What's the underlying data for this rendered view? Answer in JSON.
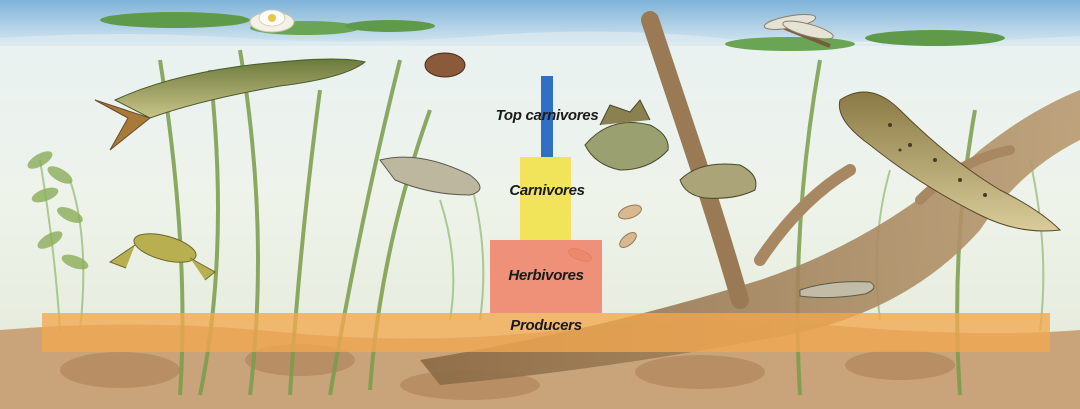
{
  "pyramid": {
    "levels": [
      {
        "label": "Top carnivores",
        "color": "#2f6fc4"
      },
      {
        "label": "Carnivores",
        "color": "#f2e24a"
      },
      {
        "label": "Herbivores",
        "color": "#f08066"
      },
      {
        "label": "Producers",
        "color": "#f2a850"
      }
    ]
  }
}
